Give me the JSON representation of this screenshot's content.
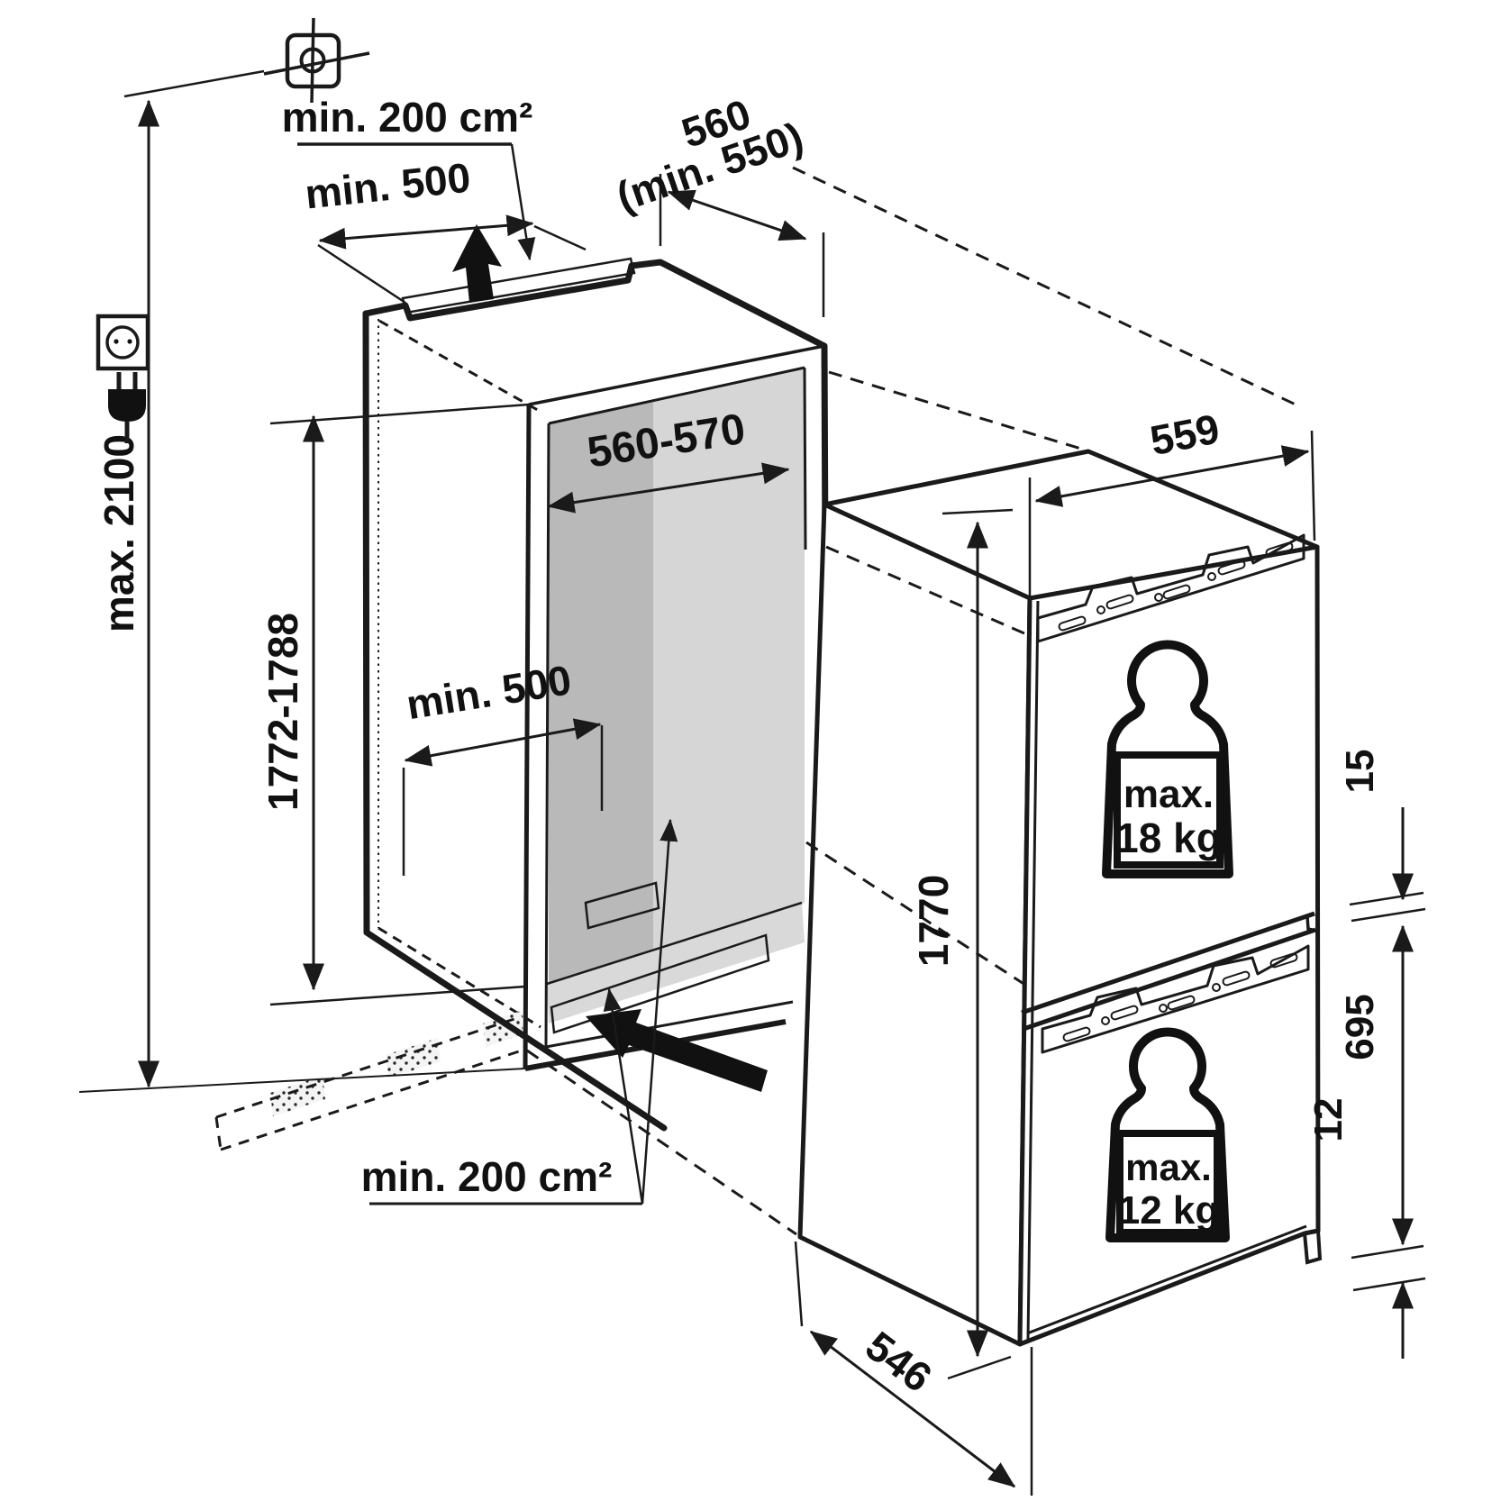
{
  "page": {
    "background": "#ffffff",
    "line_color": "#1a1a1a"
  },
  "colors": {
    "interior_side_wall": "#b9b9b9",
    "interior_back_wall": "#d6d6d6",
    "interior_floor": "#d9d9d9",
    "bracket_strip": "#dcdcdc",
    "vent_hatch": "#f4f4f4"
  },
  "niche": {
    "vent_top_area": "min. 200 cm²",
    "vent_top_width": "min. 500",
    "depth": "560",
    "depth_min": "(min. 550)",
    "max_height_clearance": "max. 2100",
    "width_range": "560-570",
    "height_range": "1772-1788",
    "floor_clearance": "min. 500",
    "vent_bottom_area": "min. 200 cm²"
  },
  "appliance": {
    "width": "559",
    "height": "1770",
    "top_gap": "15",
    "lower_door_height": "695",
    "bottom_gap": "12",
    "depth": "546",
    "upper_door_load": {
      "line1": "max.",
      "line2": "18 kg"
    },
    "lower_door_load": {
      "line1": "max.",
      "line2": "12 kg"
    }
  }
}
